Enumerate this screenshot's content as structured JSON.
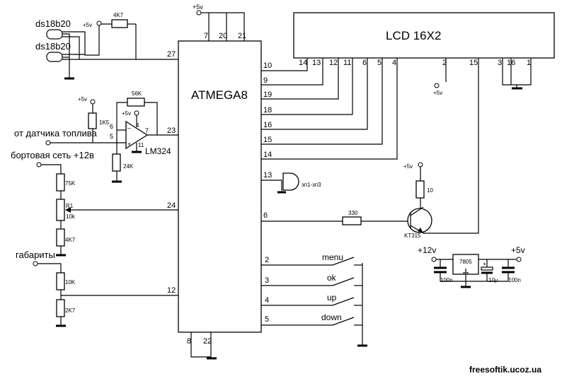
{
  "mcu": {
    "label": "ATMEGA8"
  },
  "lcd": {
    "label": "LCD 16X2",
    "pins": [
      "14",
      "13",
      "12",
      "11",
      "6",
      "5",
      "4",
      "2",
      "15",
      "3",
      "16",
      "1"
    ]
  },
  "sensors": {
    "ds1": "ds18b20",
    "ds2": "ds18b20"
  },
  "inputs": {
    "fuel": "от датчика топлива",
    "board": "бортовая сеть +12в",
    "lights": "габариты"
  },
  "power": {
    "vcc": "+5v",
    "in12": "+12v",
    "out5": "+5v"
  },
  "opamp": {
    "label": "LM324",
    "pins": [
      "6",
      "5",
      "4",
      "7",
      "11"
    ]
  },
  "parts": {
    "r_4k7_top": "4K7",
    "r_56k": "56K",
    "r_1k5": "1K5",
    "r_24k": "24K",
    "r_75k": "75K",
    "pot_name": "R1",
    "pot_val": "10k",
    "r_4k7": "4K7",
    "r_10k": "10K",
    "r_2k7": "2K7",
    "r_10": "10",
    "r_330": "330",
    "transistor": "KT315",
    "buzzer": "зп1-зп3",
    "regulator": "7805",
    "c1": "100n",
    "c2": "10µ",
    "c3": "100n",
    "cap_plus": "+"
  },
  "buttons": {
    "menu": "menu",
    "ok": "ok",
    "up": "up",
    "down": "down"
  },
  "mcu_pins": {
    "top": [
      "7",
      "20",
      "21"
    ],
    "bottom": [
      "8",
      "22"
    ],
    "left": [
      "27",
      "23",
      "24",
      "12"
    ],
    "right": [
      "10",
      "9",
      "19",
      "18",
      "16",
      "15",
      "14",
      "13",
      "6",
      "2",
      "3",
      "4",
      "5"
    ]
  },
  "watermark": "freesoftik.ucoz.ua"
}
